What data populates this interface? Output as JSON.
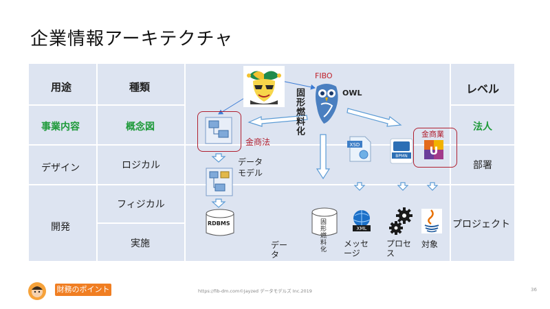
{
  "title": "企業情報アーキテクチャ",
  "header": {
    "usage": "用途",
    "kind": "種類",
    "level": "レベル"
  },
  "rows": {
    "business": {
      "usage": "事業内容",
      "kind": "概念図",
      "level": "法人"
    },
    "design": {
      "usage": "デザイン",
      "kind": "ロジカル",
      "level": "部署"
    },
    "physical": {
      "kind": "フィジカル"
    },
    "dev": {
      "usage": "開発",
      "kind": "実施",
      "level": "プロジェクト"
    }
  },
  "labels": {
    "fibo": "FIBO",
    "owl": "OWL",
    "fossil_vertical": "固形燃料化",
    "kinshoho": "金商法",
    "kinshogyo": "金商業",
    "data_model": "データモデル",
    "rdbms": "RDBMS",
    "data": "データ",
    "fossil_small": "固形燃料化",
    "message": "メッセージ",
    "process": "プロセス",
    "object": "対象",
    "xsd": "XSD",
    "bpmn": "BPMN",
    "xml": "XML"
  },
  "footer": {
    "badge": "財務のポイント",
    "url": "https://fib-dm.com©Jayzed データモデルズ Inc.2019",
    "page": "36"
  },
  "colors": {
    "band": "#dde4f1",
    "green": "#1e9a3a",
    "red": "#b01e2e",
    "orange": "#f07e22",
    "arrow": "#5b9bd5"
  }
}
